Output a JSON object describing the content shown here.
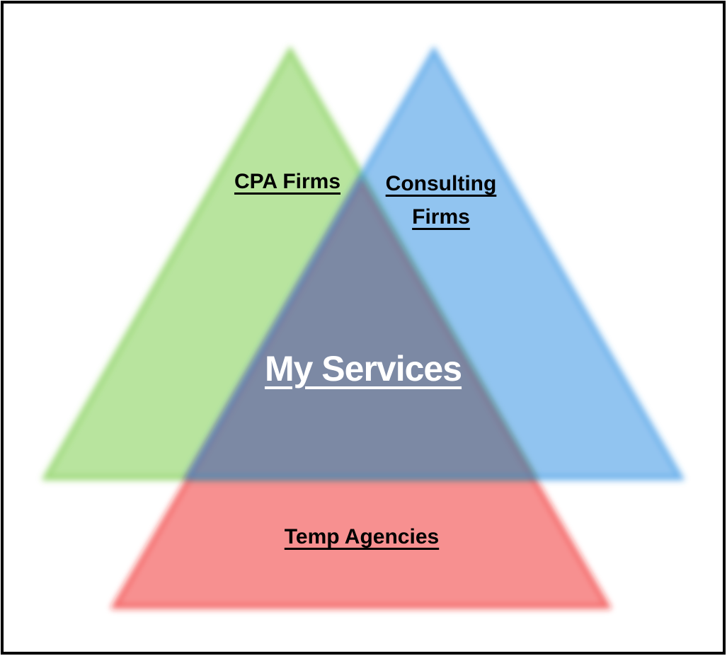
{
  "diagram": {
    "green_triangle_label": "CPA Firms",
    "blue_triangle_label": "Consulting Firms",
    "blue_triangle_lines": [
      "Consulting",
      "Firms"
    ],
    "center_label": "My Services",
    "red_triangle_label": "Temp Agencies"
  },
  "colors": {
    "background": "#ffffff",
    "frame": "#000000",
    "green_region": "#b8e49d",
    "blue_region": "#8fc4f0",
    "red_region": "#f7918e",
    "center_overlap_region": "#7a8aa4",
    "green_fill": "rgba(113,201,59,0.50)",
    "green_edge": "rgba(113,201,59,0.40)",
    "red_fill": "rgba(238,26,20,0.48)",
    "red_edge": "rgba(238,26,20,0.35)",
    "blue_fill": "rgba(45,144,227,0.53)",
    "blue_edge": "rgba(45,144,227,0.40)",
    "label_text": "#000000",
    "center_label_text": "#ffffff"
  }
}
